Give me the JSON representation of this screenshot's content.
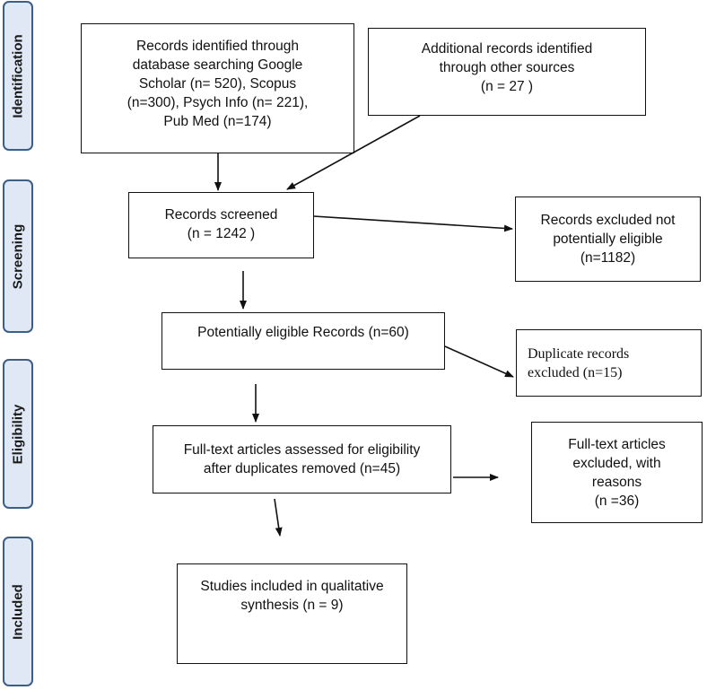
{
  "phases": {
    "identification": "Identification",
    "screening": "Screening",
    "eligibility": "Eligibility",
    "included": "Included"
  },
  "boxes": {
    "database_records": "Records identified through\ndatabase searching Google\nScholar (n= 520), Scopus\n(n=300), Psych Info (n= 221),\nPub Med (n=174)",
    "other_sources": "Additional records identified\nthrough other sources\n(n =  27 )",
    "records_screened": "Records screened\n(n = 1242  )",
    "excluded_not_eligible": "Records excluded not\npotentially eligible\n(n=1182)",
    "potentially_eligible": "Potentially eligible Records (n=60)",
    "duplicates_excluded": "Duplicate records\nexcluded (n=15)",
    "fulltext_assessed": "Full-text articles assessed for eligibility\nafter duplicates removed (n=45)",
    "fulltext_excluded": "Full-text articles\nexcluded, with\nreasons\n(n =36)",
    "studies_included": "Studies included in qualitative\nsynthesis (n = 9)"
  },
  "colors": {
    "phase_fill": "#dfe8f4",
    "phase_border": "#3c5f87",
    "line": "#111111"
  }
}
